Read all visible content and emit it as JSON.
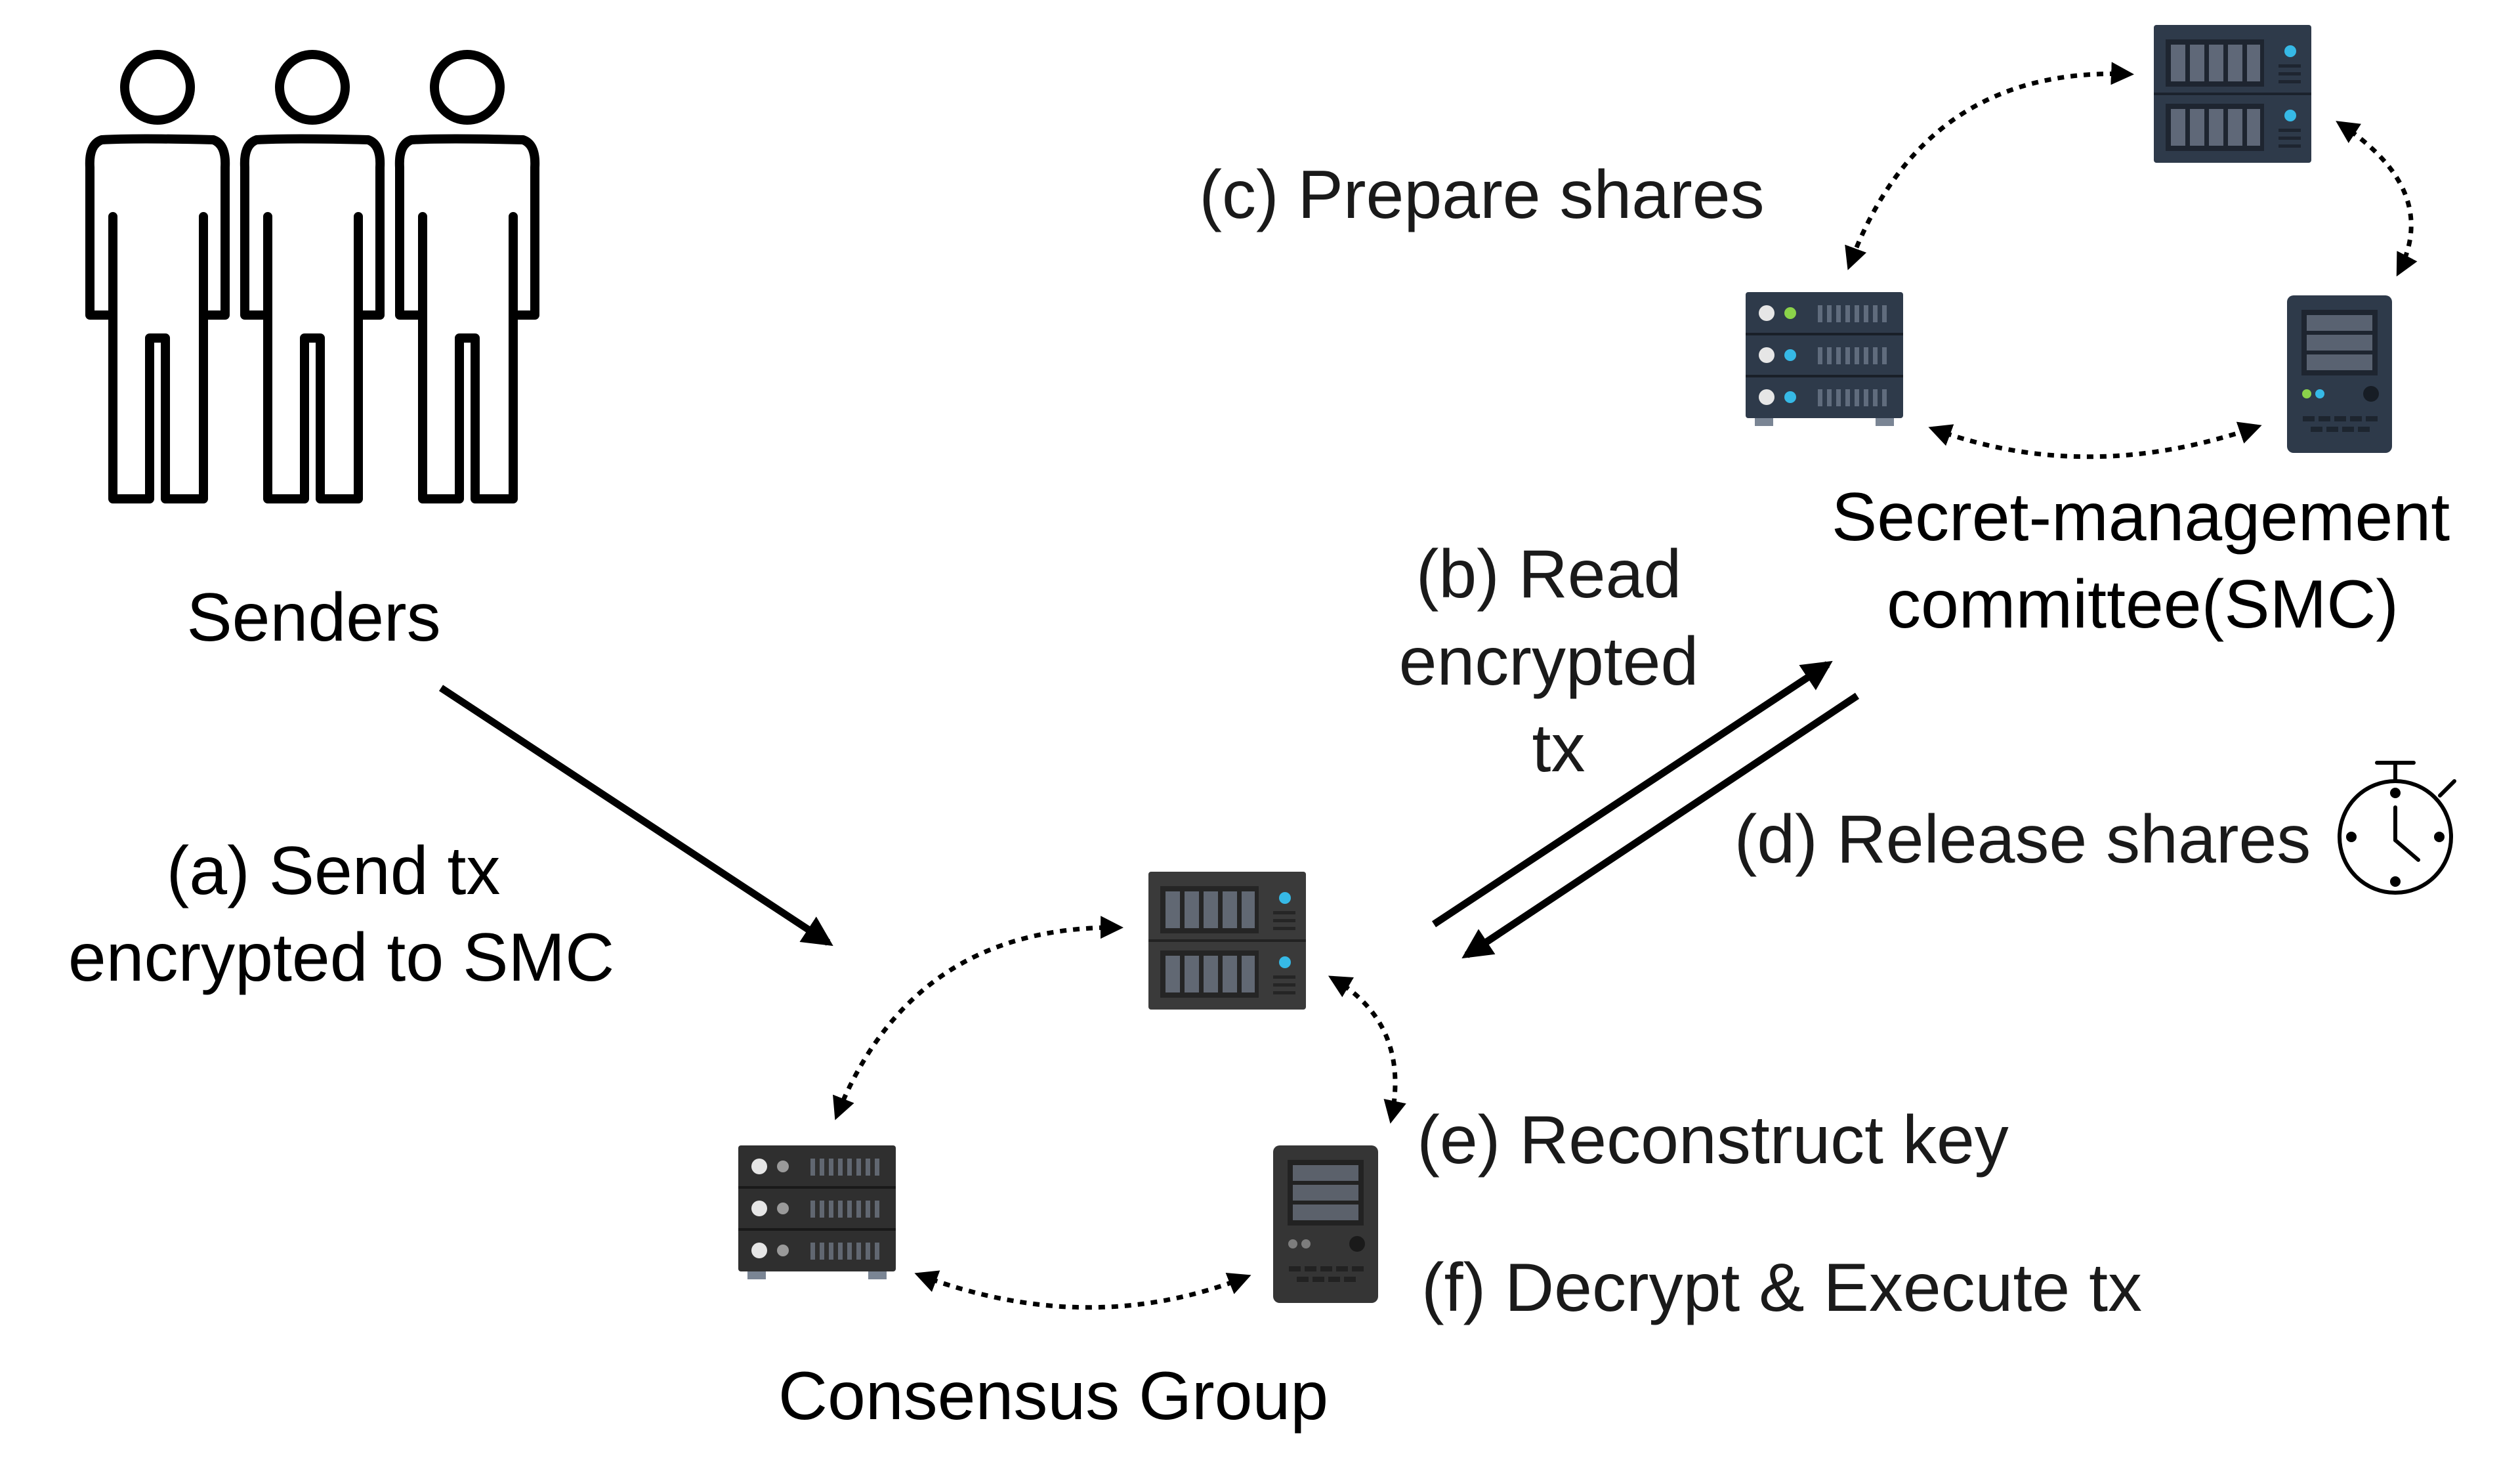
{
  "colors": {
    "server_body_blue": "#2e3a4a",
    "server_body_dark": "#2f2f2f",
    "server_slot": "#4d5a6b",
    "server_slot_dark": "#5a5a5a",
    "led_blue": "#36b9e6",
    "led_green": "#8bd34a",
    "led_white": "#e6e6e6",
    "text": "#000000"
  },
  "senders": {
    "label": "Senders",
    "icon": "people-group-icon"
  },
  "consensus_group": {
    "label": "Consensus Group",
    "servers": [
      "rack-server-icon",
      "rack-server-3u-icon",
      "tower-server-icon"
    ]
  },
  "smc": {
    "label_line1": "Secret-management",
    "label_line2": "committee(SMC)",
    "servers": [
      "rack-server-icon",
      "rack-server-3u-icon",
      "tower-server-icon"
    ]
  },
  "steps": {
    "a_line1": "(a) Send tx",
    "a_line2": "encrypted to SMC",
    "b_line1": "(b) Read",
    "b_line2": "encrypted",
    "b_line3": "tx",
    "c": "(c) Prepare shares",
    "d": "(d) Release shares",
    "e": "(e) Reconstruct key",
    "f": "(f) Decrypt & Execute tx"
  },
  "icons": {
    "timer": "stopwatch-icon"
  }
}
